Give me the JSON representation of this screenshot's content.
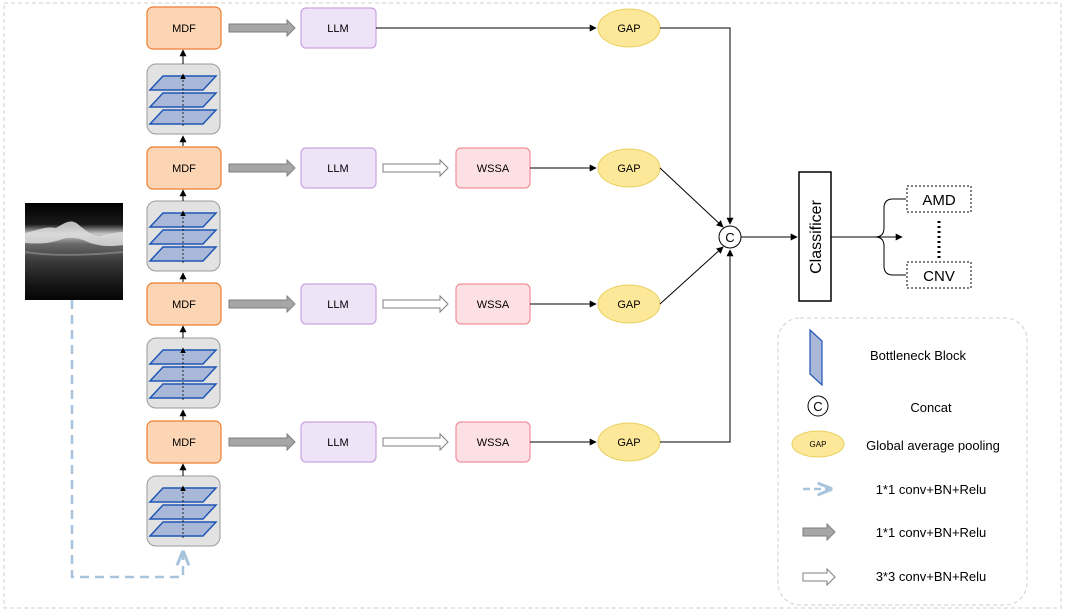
{
  "diagram": {
    "stages": [
      {
        "mdf": "MDF",
        "llm": "LLM",
        "wssa": "",
        "gap": "GAP"
      },
      {
        "mdf": "MDF",
        "llm": "LLM",
        "wssa": "WSSA",
        "gap": "GAP"
      },
      {
        "mdf": "MDF",
        "llm": "LLM",
        "wssa": "WSSA",
        "gap": "GAP"
      },
      {
        "mdf": "MDF",
        "llm": "LLM",
        "wssa": "WSSA",
        "gap": "GAP"
      }
    ],
    "concat_symbol": "C",
    "classifier_label": "Classificer",
    "outputs": {
      "top": "AMD",
      "bottom": "CNV"
    }
  },
  "legend": {
    "bottleneck": "Bottleneck  Block",
    "concat_symbol": "C",
    "concat": "Concat",
    "gap_badge": "GAP",
    "gap": "Global average pooling",
    "dashed_arrow": "1*1 conv+BN+Relu",
    "gray_arrow": "1*1 conv+BN+Relu",
    "hollow_arrow": "3*3 conv+BN+Relu"
  },
  "colors": {
    "mdf_fill": "#fcd5b5",
    "mdf_stroke": "#ed7d31",
    "llm_fill": "#efe3f7",
    "llm_stroke": "#c9a3e0",
    "wssa_fill": "#fde0e4",
    "wssa_stroke": "#f0909c",
    "gap_fill": "#fde89a",
    "gap_stroke": "#e8d060",
    "block_group_fill": "#e2e2e2",
    "block_fill": "#a9b8d8",
    "block_stroke": "#1f56b5",
    "dashed_arrow": "#a8c3dc"
  }
}
